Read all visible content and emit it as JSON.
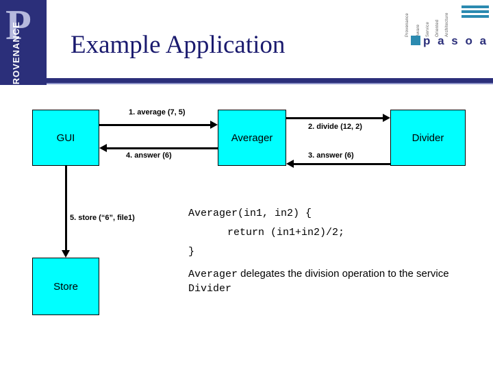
{
  "slide": {
    "title": "Example Application"
  },
  "logos": {
    "provenance": {
      "letter": "P",
      "word": "PROVENANCE"
    },
    "pasoa": {
      "word": "p a s o a",
      "vertical_words": [
        "Provenance",
        "Aware",
        "Service",
        "Oriented",
        "Architecture"
      ]
    }
  },
  "diagram": {
    "nodes": [
      {
        "id": "gui",
        "label": "GUI"
      },
      {
        "id": "averager",
        "label": "Averager"
      },
      {
        "id": "divider",
        "label": "Divider"
      },
      {
        "id": "store",
        "label": "Store"
      }
    ],
    "edges": [
      {
        "id": "e1",
        "label": "1. average (7, 5)"
      },
      {
        "id": "e2",
        "label": "2. divide (12, 2)"
      },
      {
        "id": "e3",
        "label": "3. answer (6)"
      },
      {
        "id": "e4",
        "label": "4. answer (6)"
      },
      {
        "id": "e5",
        "label": "5. store (“6”, file1)"
      }
    ]
  },
  "code": {
    "signature": "Averager(in1, in2) {",
    "return_line": "return (in1+in2)/2;",
    "closing": "}"
  },
  "explanation": {
    "part1": "Averager",
    "part2": " delegates the division operation to the service ",
    "part3": "Divider"
  },
  "colors": {
    "box_fill": "#00ffff",
    "title": "#1a1a6e",
    "header_bar": "#2b2f7a",
    "accent": "#2b8ab0"
  }
}
